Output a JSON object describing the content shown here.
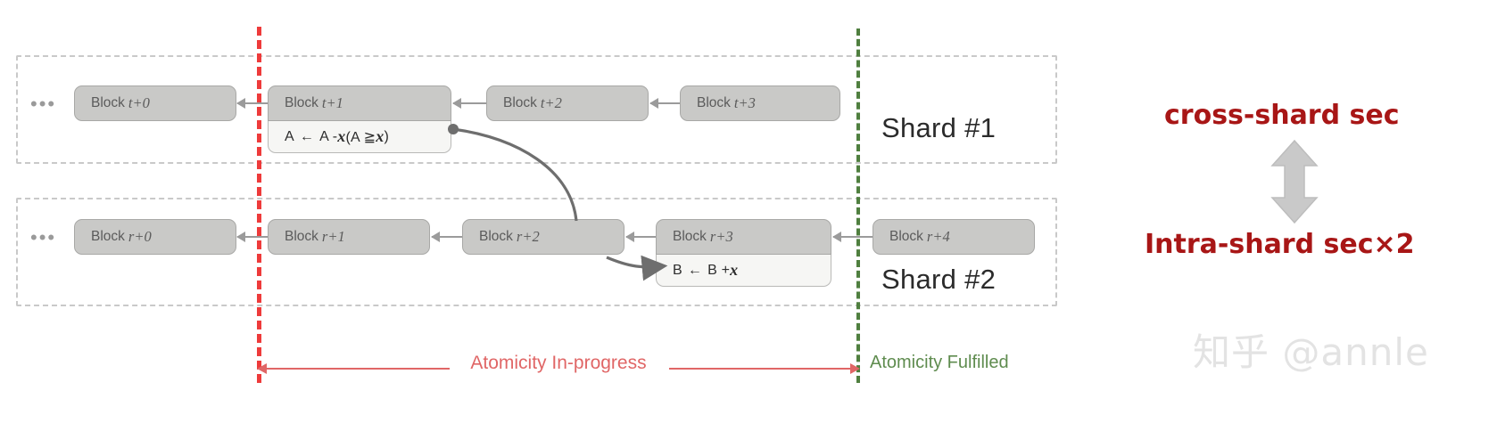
{
  "shards": [
    {
      "name": "shard-1",
      "label": "Shard #1",
      "ellipsis": "•••",
      "blocks": [
        {
          "prefix": "Block ",
          "index": "t+0"
        },
        {
          "prefix": "Block ",
          "index": "t+1",
          "payload": {
            "lhs": "A",
            "arrow": "←",
            "rhs_a": "A - ",
            "var1": "x",
            "cond_open": "  (A ≧ ",
            "var2": "x",
            "cond_close": ")"
          }
        },
        {
          "prefix": "Block ",
          "index": "t+2"
        },
        {
          "prefix": "Block ",
          "index": "t+3"
        }
      ]
    },
    {
      "name": "shard-2",
      "label": "Shard #2",
      "ellipsis": "•••",
      "blocks": [
        {
          "prefix": "Block ",
          "index": "r+0"
        },
        {
          "prefix": "Block ",
          "index": "r+1"
        },
        {
          "prefix": "Block ",
          "index": "r+2"
        },
        {
          "prefix": "Block ",
          "index": "r+3",
          "payload": {
            "lhs": "B",
            "arrow": "←",
            "rhs_a": "B + ",
            "var1": "x",
            "cond_open": "",
            "var2": "",
            "cond_close": ""
          }
        },
        {
          "prefix": "Block ",
          "index": "r+4"
        }
      ]
    }
  ],
  "markers": {
    "start_line_color": "#ee3b3b",
    "end_line_color": "#4f7f3f"
  },
  "timeline": {
    "in_progress_label": "Atomicity In-progress",
    "fulfilled_label": "Atomicity Fulfilled",
    "in_progress_color": "#e06666",
    "fulfilled_color": "#5f8c4f"
  },
  "annotations": {
    "top_label": "cross-shard sec",
    "bottom_label": "Intra-shard sec×2",
    "color": "#a81616",
    "arrow_name": "double-headed-vertical-arrow",
    "arrow_color": "#c4c4c4"
  },
  "watermark": {
    "text": "知乎 @annle"
  }
}
